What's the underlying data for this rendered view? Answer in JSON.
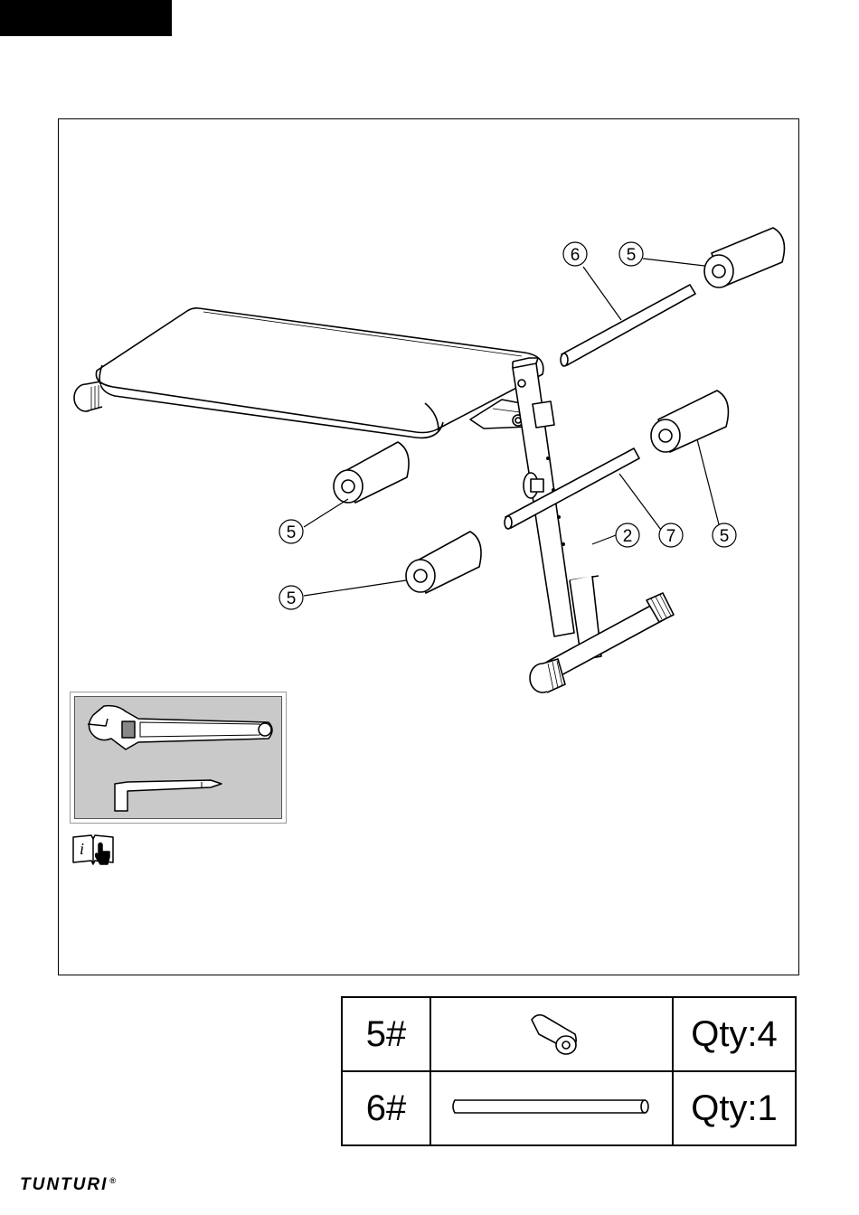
{
  "figure": {
    "callouts": [
      {
        "id": "callout-6-top",
        "label": "6"
      },
      {
        "id": "callout-5-top",
        "label": "5"
      },
      {
        "id": "callout-5-left-upper",
        "label": "5"
      },
      {
        "id": "callout-5-left-lower",
        "label": "5"
      },
      {
        "id": "callout-2",
        "label": "2"
      },
      {
        "id": "callout-7",
        "label": "7"
      },
      {
        "id": "callout-5-right",
        "label": "5"
      }
    ],
    "tools": [
      "adjustable-wrench-icon",
      "hex-key-screwdriver-icon"
    ],
    "info_icon": "manual-info-icon"
  },
  "parts_table": {
    "rows": [
      {
        "part": "5#",
        "icon": "foam-roller-icon",
        "qty": "Qty:4"
      },
      {
        "part": "6#",
        "icon": "tube-bar-icon",
        "qty": "Qty:1"
      }
    ]
  },
  "footer": {
    "brand": "TUNTURI",
    "registered": "®"
  }
}
